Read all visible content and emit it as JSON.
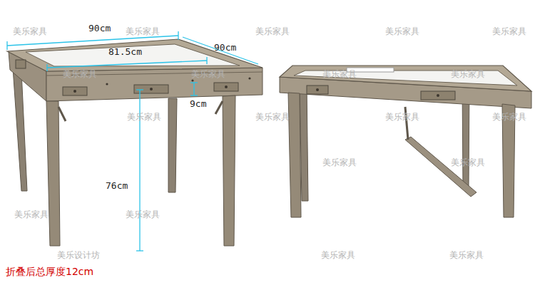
{
  "diagram": {
    "labels": [
      "90cm",
      "90cm",
      "81.5cm",
      "9cm",
      "76cm",
      "折叠后总厚度12cm",
      "美乐家具",
      "美乐家具",
      "美乐家具",
      "美乐家具",
      "美乐家具",
      "美乐家具",
      "美乐家具",
      "美乐家具",
      "美乐家具",
      "美乐家具",
      "美乐家具",
      "美乐家具",
      "美乐家具",
      "美乐家具",
      "美乐家具",
      "美乐家具",
      "美乐家具",
      "美乐家具",
      "美乐家具",
      "美乐设计坊"
    ]
  }
}
